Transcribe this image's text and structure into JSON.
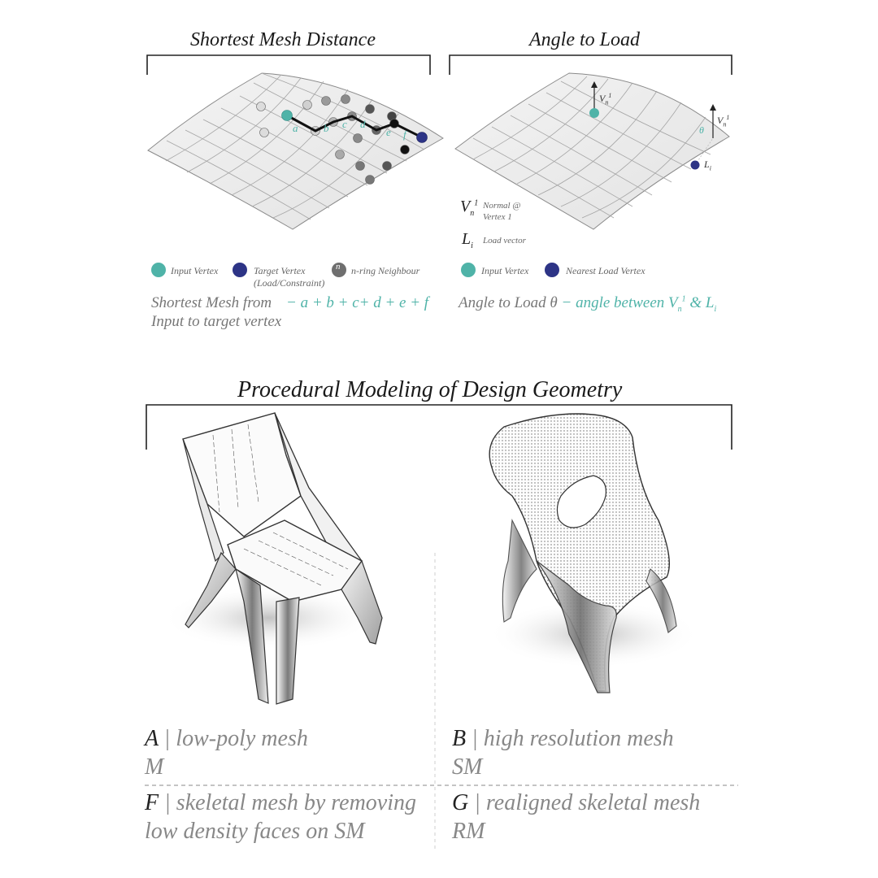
{
  "top_left": {
    "title": "Shortest Mesh Distance",
    "legend": {
      "input_vertex": "Input Vertex",
      "target_vertex": "Target Vertex",
      "target_vertex_sub": "(Load/Constraint)",
      "neighbour_symbol": "n",
      "neighbour": "n-ring Neighbour"
    },
    "edge_labels": [
      "a",
      "b",
      "c",
      "d",
      "e",
      "f"
    ],
    "formula_line1": "Shortest Mesh from",
    "formula_line2": "Input to target vertex",
    "formula_expr": "− a + b + c+ d + e + f"
  },
  "top_right": {
    "title": "Angle to Load",
    "normal_symbol": "V",
    "normal_sub": "n",
    "normal_sup": "1",
    "normal_desc_line1": "Normal @",
    "normal_desc_line2": "Vertex 1",
    "load_symbol": "L",
    "load_sub": "i",
    "load_desc": "Load vector",
    "theta": "θ",
    "legend": {
      "input_vertex": "Input Vertex",
      "nearest_load": "Nearest Load Vertex"
    },
    "formula_prefix": "Angle to Load θ",
    "formula_mid": "− angle between V",
    "formula_sub": "n",
    "formula_sup": "1",
    "formula_amp": "& L",
    "formula_sub2": "i"
  },
  "bottom": {
    "title": "Procedural Modeling of Design Geometry",
    "captions": {
      "a_letter": "A",
      "a_text": "| low-poly mesh",
      "a_sub": "M",
      "b_letter": "B",
      "b_text": "| high resolution mesh",
      "b_sub": "SM",
      "f_letter": "F",
      "f_text": "| skeletal mesh by removing",
      "f_line2": "low density faces on SM",
      "g_letter": "G",
      "g_text": "| realigned skeletal mesh",
      "g_sub": "RM"
    }
  },
  "colors": {
    "teal": "#4fb3a8",
    "navy": "#2d3486",
    "mesh_fill": "#ececec",
    "mesh_line": "#9a9a9a"
  }
}
